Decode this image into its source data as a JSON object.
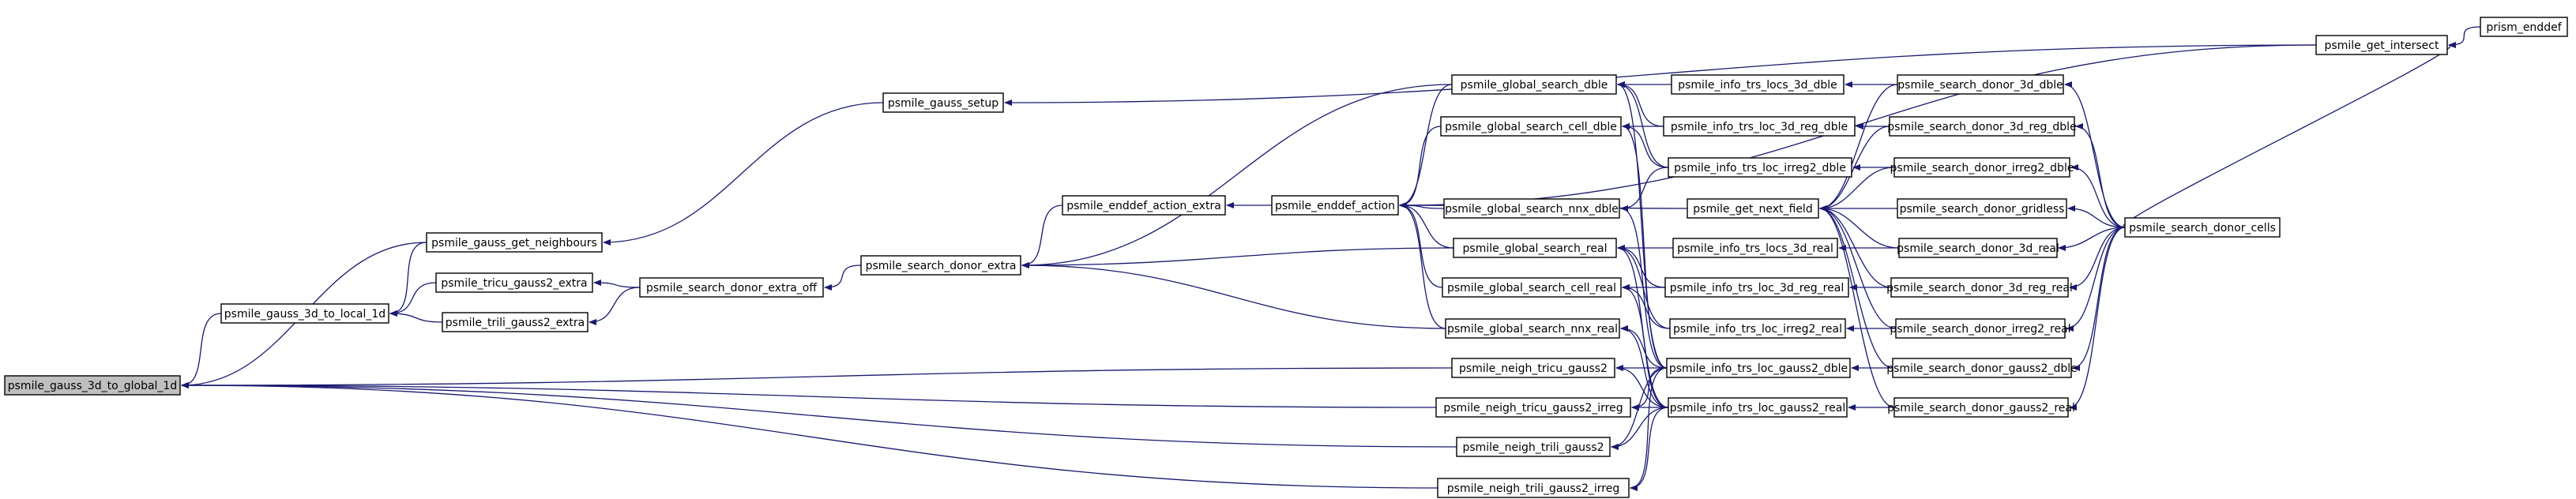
{
  "graph": {
    "title": "",
    "edge_color": "#191970",
    "node_fill": "#ffffff",
    "root_fill": "#bfbfbf",
    "nodes": [
      {
        "id": "gauss3d_global",
        "label": "psmile_gauss_3d_to_global_1d",
        "root": true
      },
      {
        "id": "gauss3d_local",
        "label": "psmile_gauss_3d_to_local_1d"
      },
      {
        "id": "get_neighbours",
        "label": "psmile_gauss_get_neighbours"
      },
      {
        "id": "tricu_extra",
        "label": "psmile_tricu_gauss2_extra"
      },
      {
        "id": "trili_extra",
        "label": "psmile_trili_gauss2_extra"
      },
      {
        "id": "donor_extra_off",
        "label": "psmile_search_donor_extra_off"
      },
      {
        "id": "donor_extra",
        "label": "psmile_search_donor_extra"
      },
      {
        "id": "gauss_setup",
        "label": "psmile_gauss_setup"
      },
      {
        "id": "action_extra",
        "label": "psmile_enddef_action_extra"
      },
      {
        "id": "enddef_action",
        "label": "psmile_enddef_action"
      },
      {
        "id": "gs_dble",
        "label": "psmile_global_search_dble"
      },
      {
        "id": "gs_cell_dble",
        "label": "psmile_global_search_cell_dble"
      },
      {
        "id": "gs_nnx_dble",
        "label": "psmile_global_search_nnx_dble"
      },
      {
        "id": "gs_real",
        "label": "psmile_global_search_real"
      },
      {
        "id": "gs_cell_real",
        "label": "psmile_global_search_cell_real"
      },
      {
        "id": "gs_nnx_real",
        "label": "psmile_global_search_nnx_real"
      },
      {
        "id": "neigh_tricu",
        "label": "psmile_neigh_tricu_gauss2"
      },
      {
        "id": "neigh_tricu_irreg",
        "label": "psmile_neigh_tricu_gauss2_irreg"
      },
      {
        "id": "neigh_trili",
        "label": "psmile_neigh_trili_gauss2"
      },
      {
        "id": "neigh_trili_irreg",
        "label": "psmile_neigh_trili_gauss2_irreg"
      },
      {
        "id": "info_locs3d_dble",
        "label": "psmile_info_trs_locs_3d_dble"
      },
      {
        "id": "info_loc3dreg_dble",
        "label": "psmile_info_trs_loc_3d_reg_dble"
      },
      {
        "id": "info_irreg2_dble",
        "label": "psmile_info_trs_loc_irreg2_dble"
      },
      {
        "id": "get_next_field",
        "label": "psmile_get_next_field"
      },
      {
        "id": "info_locs3d_real",
        "label": "psmile_info_trs_locs_3d_real"
      },
      {
        "id": "info_loc3dreg_real",
        "label": "psmile_info_trs_loc_3d_reg_real"
      },
      {
        "id": "info_irreg2_real",
        "label": "psmile_info_trs_loc_irreg2_real"
      },
      {
        "id": "info_gauss2_dble",
        "label": "psmile_info_trs_loc_gauss2_dble"
      },
      {
        "id": "info_gauss2_real",
        "label": "psmile_info_trs_loc_gauss2_real"
      },
      {
        "id": "sd_3d_dble",
        "label": "psmile_search_donor_3d_dble"
      },
      {
        "id": "sd_3dreg_dble",
        "label": "psmile_search_donor_3d_reg_dble"
      },
      {
        "id": "sd_irreg2_dble",
        "label": "psmile_search_donor_irreg2_dble"
      },
      {
        "id": "sd_gridless",
        "label": "psmile_search_donor_gridless"
      },
      {
        "id": "sd_3d_real",
        "label": "psmile_search_donor_3d_real"
      },
      {
        "id": "sd_3dreg_real",
        "label": "psmile_search_donor_3d_reg_real"
      },
      {
        "id": "sd_irreg2_real",
        "label": "psmile_search_donor_irreg2_real"
      },
      {
        "id": "sd_gauss2_dble",
        "label": "psmile_search_donor_gauss2_dble"
      },
      {
        "id": "sd_gauss2_real",
        "label": "psmile_search_donor_gauss2_real"
      },
      {
        "id": "sd_cells",
        "label": "psmile_search_donor_cells"
      },
      {
        "id": "get_intersect",
        "label": "psmile_get_intersect"
      },
      {
        "id": "prism_enddef",
        "label": "prism_enddef"
      }
    ],
    "edges": [
      [
        "gauss3d_local",
        "gauss3d_global"
      ],
      [
        "get_neighbours",
        "gauss3d_global"
      ],
      [
        "neigh_tricu",
        "gauss3d_global"
      ],
      [
        "neigh_tricu_irreg",
        "gauss3d_global"
      ],
      [
        "neigh_trili",
        "gauss3d_global"
      ],
      [
        "neigh_trili_irreg",
        "gauss3d_global"
      ],
      [
        "get_neighbours",
        "gauss3d_local"
      ],
      [
        "tricu_extra",
        "gauss3d_local"
      ],
      [
        "trili_extra",
        "gauss3d_local"
      ],
      [
        "donor_extra_off",
        "tricu_extra"
      ],
      [
        "donor_extra_off",
        "trili_extra"
      ],
      [
        "donor_extra",
        "donor_extra_off"
      ],
      [
        "gauss_setup",
        "get_neighbours"
      ],
      [
        "action_extra",
        "donor_extra"
      ],
      [
        "gs_dble",
        "donor_extra"
      ],
      [
        "gs_real",
        "donor_extra"
      ],
      [
        "gs_nnx_real",
        "donor_extra"
      ],
      [
        "enddef_action",
        "action_extra"
      ],
      [
        "gs_dble",
        "enddef_action"
      ],
      [
        "gs_cell_dble",
        "enddef_action"
      ],
      [
        "gs_nnx_dble",
        "enddef_action"
      ],
      [
        "gs_real",
        "enddef_action"
      ],
      [
        "gs_cell_real",
        "enddef_action"
      ],
      [
        "gs_nnx_real",
        "enddef_action"
      ],
      [
        "get_next_field",
        "enddef_action"
      ],
      [
        "get_intersect",
        "enddef_action"
      ],
      [
        "get_intersect",
        "gauss_setup"
      ],
      [
        "prism_enddef",
        "get_intersect"
      ],
      [
        "sd_cells",
        "get_intersect"
      ],
      [
        "info_locs3d_dble",
        "gs_dble"
      ],
      [
        "info_loc3dreg_dble",
        "gs_dble"
      ],
      [
        "info_irreg2_dble",
        "gs_dble"
      ],
      [
        "info_gauss2_dble",
        "gs_dble"
      ],
      [
        "info_loc3dreg_dble",
        "gs_cell_dble"
      ],
      [
        "info_irreg2_dble",
        "gs_cell_dble"
      ],
      [
        "info_gauss2_dble",
        "gs_cell_dble"
      ],
      [
        "info_irreg2_dble",
        "gs_nnx_dble"
      ],
      [
        "info_gauss2_dble",
        "gs_nnx_dble"
      ],
      [
        "info_locs3d_real",
        "gs_real"
      ],
      [
        "info_loc3dreg_real",
        "gs_real"
      ],
      [
        "info_irreg2_real",
        "gs_real"
      ],
      [
        "info_gauss2_real",
        "gs_real"
      ],
      [
        "info_loc3dreg_real",
        "gs_cell_real"
      ],
      [
        "info_irreg2_real",
        "gs_cell_real"
      ],
      [
        "info_gauss2_real",
        "gs_cell_real"
      ],
      [
        "info_gauss2_dble",
        "gs_nnx_real"
      ],
      [
        "info_gauss2_real",
        "gs_nnx_real"
      ],
      [
        "info_gauss2_dble",
        "neigh_tricu"
      ],
      [
        "info_gauss2_real",
        "neigh_tricu"
      ],
      [
        "info_gauss2_dble",
        "neigh_tricu_irreg"
      ],
      [
        "info_gauss2_real",
        "neigh_tricu_irreg"
      ],
      [
        "info_gauss2_dble",
        "neigh_trili"
      ],
      [
        "info_gauss2_real",
        "neigh_trili"
      ],
      [
        "info_gauss2_dble",
        "neigh_trili_irreg"
      ],
      [
        "info_gauss2_real",
        "neigh_trili_irreg"
      ],
      [
        "sd_3d_dble",
        "info_locs3d_dble"
      ],
      [
        "sd_3dreg_dble",
        "info_loc3dreg_dble"
      ],
      [
        "sd_irreg2_dble",
        "info_irreg2_dble"
      ],
      [
        "sd_3d_real",
        "info_locs3d_real"
      ],
      [
        "sd_3dreg_real",
        "info_loc3dreg_real"
      ],
      [
        "sd_irreg2_real",
        "info_irreg2_real"
      ],
      [
        "sd_gauss2_dble",
        "info_gauss2_dble"
      ],
      [
        "sd_gauss2_real",
        "info_gauss2_real"
      ],
      [
        "sd_3d_dble",
        "get_next_field"
      ],
      [
        "sd_3dreg_dble",
        "get_next_field"
      ],
      [
        "sd_irreg2_dble",
        "get_next_field"
      ],
      [
        "sd_gridless",
        "get_next_field"
      ],
      [
        "sd_3d_real",
        "get_next_field"
      ],
      [
        "sd_3dreg_real",
        "get_next_field"
      ],
      [
        "sd_irreg2_real",
        "get_next_field"
      ],
      [
        "sd_gauss2_dble",
        "get_next_field"
      ],
      [
        "sd_gauss2_real",
        "get_next_field"
      ],
      [
        "sd_cells",
        "sd_3d_dble"
      ],
      [
        "sd_cells",
        "sd_3dreg_dble"
      ],
      [
        "sd_cells",
        "sd_irreg2_dble"
      ],
      [
        "sd_cells",
        "sd_gridless"
      ],
      [
        "sd_cells",
        "sd_3d_real"
      ],
      [
        "sd_cells",
        "sd_3dreg_real"
      ],
      [
        "sd_cells",
        "sd_irreg2_real"
      ],
      [
        "sd_cells",
        "sd_gauss2_dble"
      ],
      [
        "sd_cells",
        "sd_gauss2_real"
      ]
    ]
  }
}
